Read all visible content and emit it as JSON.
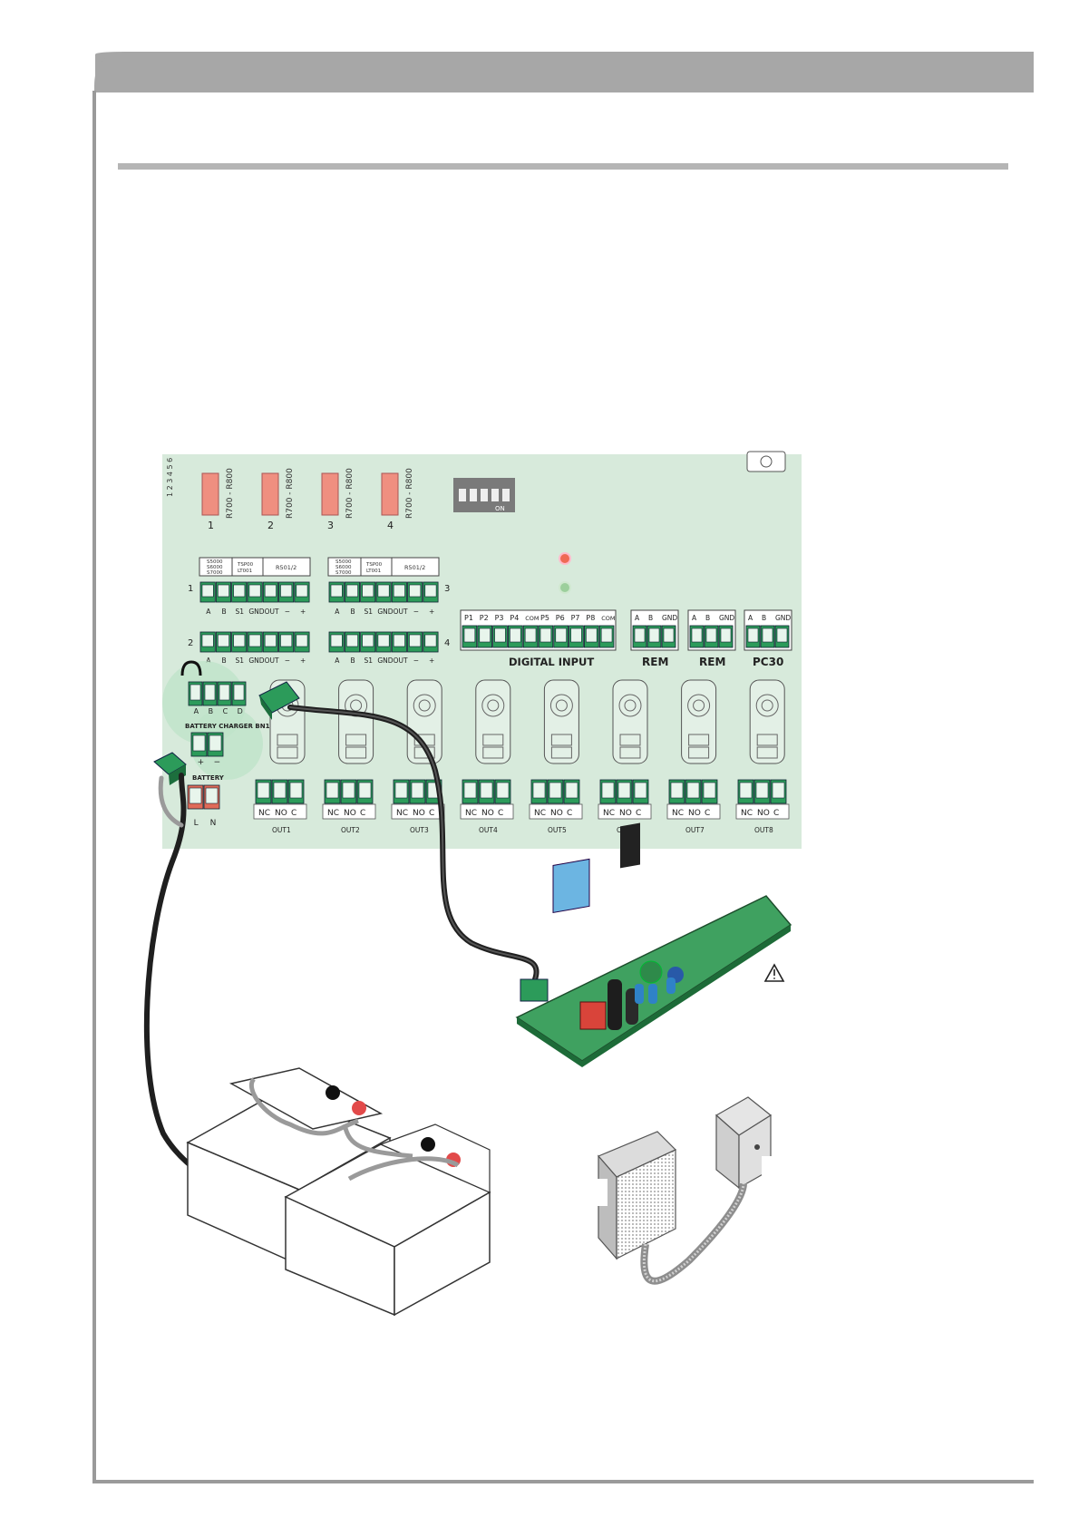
{
  "colors": {
    "header_bar": "#a7a7a7",
    "frame_line": "#9a9a9a",
    "board": "#d7eadb",
    "terminal": "#2c9b5a",
    "connector_pink": "#ef8f80",
    "cable": "#1f1f1f"
  },
  "board": {
    "left_number_column": "1 2 3 4 5 6",
    "slots": [
      {
        "number": "1",
        "label": "R700 - R800"
      },
      {
        "number": "2",
        "label": "R700 - R800"
      },
      {
        "number": "3",
        "label": "R700 - R800"
      },
      {
        "number": "4",
        "label": "R700 - R800"
      }
    ],
    "dip_label": "ON",
    "block_left": {
      "header_a_lines": [
        "S5000",
        "S6000",
        "S7000"
      ],
      "header_b_lines": [
        "TSP00",
        "LT001"
      ],
      "header_c": "R501/2",
      "row1_number": "1",
      "row2_number": "2",
      "terminal_labels": [
        "A",
        "B",
        "S1",
        "GND",
        "OUT",
        "−",
        "+"
      ]
    },
    "block_right": {
      "header_a_lines": [
        "S5000",
        "S6000",
        "S7000"
      ],
      "header_b_lines": [
        "TSP00",
        "LT001"
      ],
      "header_c": "R501/2",
      "row1_number": "3",
      "row2_number": "4",
      "terminal_labels": [
        "A",
        "B",
        "S1",
        "GND",
        "OUT",
        "−",
        "+"
      ]
    },
    "digital_input": {
      "pins": [
        "P1",
        "P2",
        "P3",
        "P4",
        "COM",
        "P5",
        "P6",
        "P7",
        "P8",
        "COM"
      ],
      "title": "DIGITAL INPUT"
    },
    "ports": [
      {
        "pins": [
          "A",
          "B",
          "GND"
        ],
        "title": "REM"
      },
      {
        "pins": [
          "A",
          "B",
          "GND"
        ],
        "title": "REM"
      },
      {
        "pins": [
          "A",
          "B",
          "GND"
        ],
        "title": "PC30"
      }
    ],
    "battery_charger": {
      "pins": [
        "A",
        "B",
        "C",
        "D"
      ],
      "title": "BATTERY CHARGER BN1"
    },
    "battery": {
      "pins": [
        "+",
        "−"
      ],
      "title": "BATTERY"
    },
    "mains": {
      "pins": [
        "L",
        "N"
      ]
    },
    "relay_pins": [
      "NC",
      "NO",
      "C"
    ],
    "outputs": [
      "OUT1",
      "OUT2",
      "OUT3",
      "OUT4",
      "OUT5",
      "OUT6",
      "OUT7",
      "OUT8"
    ]
  },
  "charger_module": {
    "warning_icon": "warning-triangle-icon"
  }
}
